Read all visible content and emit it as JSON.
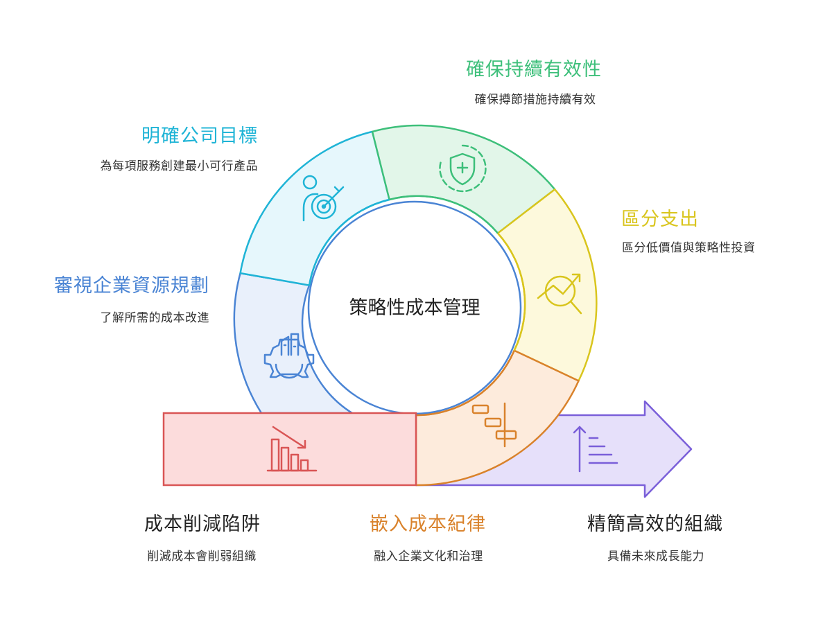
{
  "center": {
    "label": "策略性成本管理"
  },
  "segments": [
    {
      "id": "goals",
      "title": "明確公司目標",
      "desc": "為每項服務創建最小可行產品",
      "color": "#1fb4d6",
      "fill": "#e6f7fc",
      "icon": "person-target-icon"
    },
    {
      "id": "sustain",
      "title": "確保持續有效性",
      "desc": "確保撙節措施持續有效",
      "color": "#3dbf7a",
      "fill": "#e2f6e9",
      "icon": "shield-plus-icon"
    },
    {
      "id": "distinguish",
      "title": "區分支出",
      "desc": "區分低價值與策略性投資",
      "color": "#d9c51d",
      "fill": "#fdf9dc",
      "icon": "magnifier-trend-icon"
    },
    {
      "id": "review",
      "title": "審視企業資源規劃",
      "desc": "了解所需的成本改進",
      "color": "#4a84d4",
      "fill": "#e9f0fb",
      "icon": "gear-building-icon"
    },
    {
      "id": "embed",
      "title": "嵌入成本紀律",
      "desc": "融入企業文化和治理",
      "color": "#d9822b",
      "fill": "#fdebdc",
      "icon": "gantt-icon"
    }
  ],
  "pitfall": {
    "title": "成本削減陷阱",
    "desc": "削減成本會削弱組織",
    "color": "#d95555",
    "fill": "#fcdcdc",
    "icon": "declining-bars-icon"
  },
  "lean": {
    "title": "精簡高效的組織",
    "desc": "具備未來成長能力",
    "color": "#7a5fd9",
    "fill": "#e6e0fa",
    "icon": "ascending-list-icon"
  }
}
